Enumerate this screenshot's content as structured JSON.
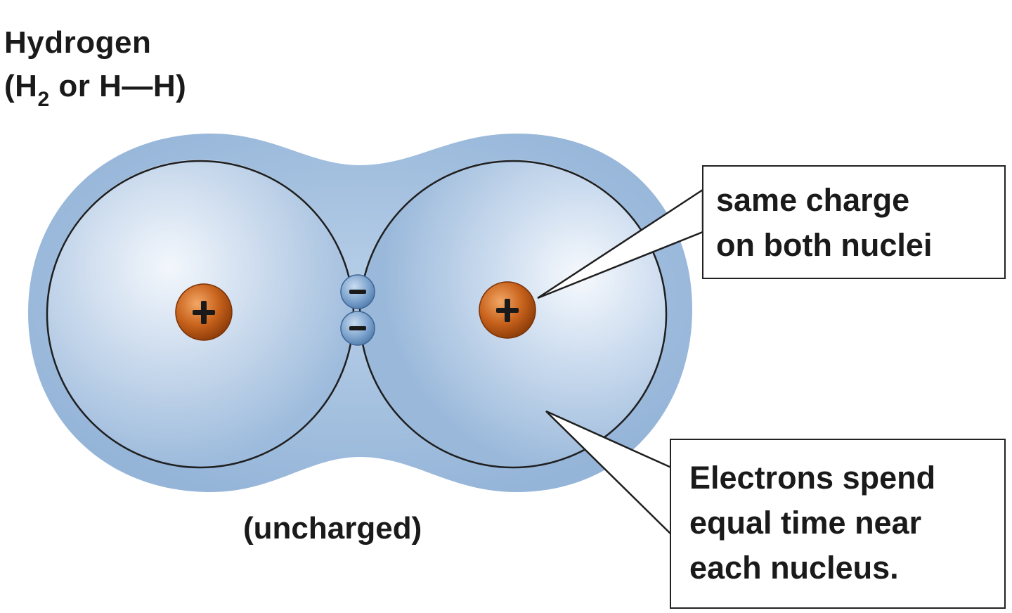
{
  "title": {
    "line1": "Hydrogen",
    "line2_open": "(H",
    "line2_sub": "2",
    "line2_rest": " or H—H)"
  },
  "labels": {
    "uncharged": "(uncharged)"
  },
  "callouts": {
    "nuclei": {
      "line1": "same charge",
      "line2": "on both nuclei"
    },
    "electrons": {
      "line1": "Electrons spend",
      "line2": "equal time near",
      "line3": "each nucleus."
    }
  },
  "particles": {
    "nucleus_sign": "+",
    "electron_sign": "−"
  },
  "colors": {
    "cloud": "#9ebcdc",
    "cloud_highlight": "#eef4fb",
    "nucleus": "#b85410",
    "nucleus_highlight": "#f0a060",
    "electron": "#6f97c4",
    "outline": "#1f1f1f"
  }
}
